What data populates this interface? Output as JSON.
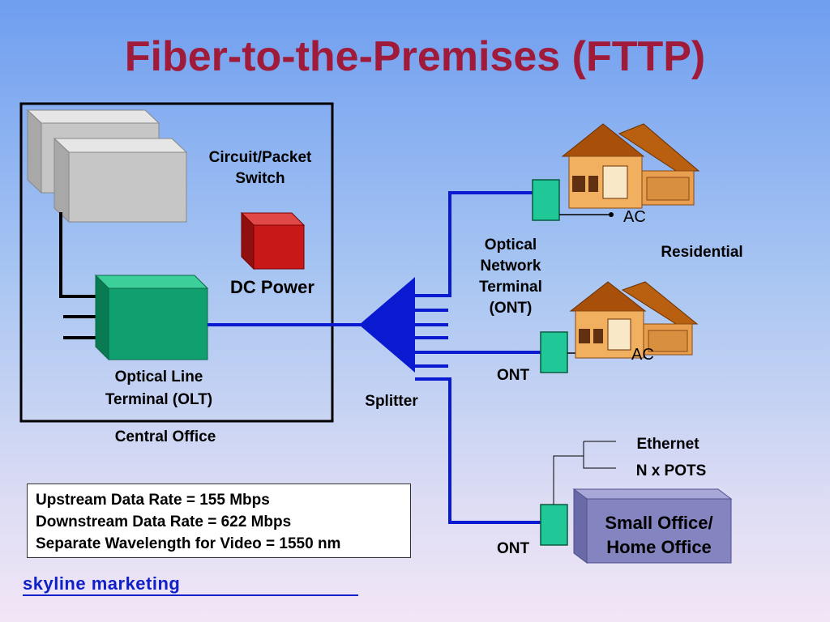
{
  "title": "Fiber-to-the-Premises (FTTP)",
  "labels": {
    "switch_line1": "Circuit/Packet",
    "switch_line2": "Switch",
    "dc_power": "DC Power",
    "olt_line1": "Optical Line",
    "olt_line2": "Terminal (OLT)",
    "central_office": "Central Office",
    "splitter": "Splitter",
    "ont_top_line1": "Optical",
    "ont_top_line2": "Network",
    "ont_top_line3": "Terminal",
    "ont_top_line4": "(ONT)",
    "residential": "Residential",
    "ac_1": "AC",
    "ac_2": "AC",
    "ont_mid": "ONT",
    "ont_bottom": "ONT",
    "ethernet": "Ethernet",
    "pots": "N x POTS",
    "soho_line1": "Small Office/",
    "soho_line2": "Home Office"
  },
  "info": {
    "line1": "Upstream Data Rate = 155 Mbps",
    "line2": "Downstream Data Rate = 622 Mbps",
    "line3": "Separate Wavelength for Video = 1550 nm"
  },
  "brand": "skyline marketing",
  "colors": {
    "title": "#a01a3a",
    "fiber": "#0a1ad0",
    "olt": "#10a070",
    "ont": "#20c898",
    "dc_power": "#c81818",
    "switch": "#c8c8c8",
    "soho_box": "#8484c0"
  }
}
